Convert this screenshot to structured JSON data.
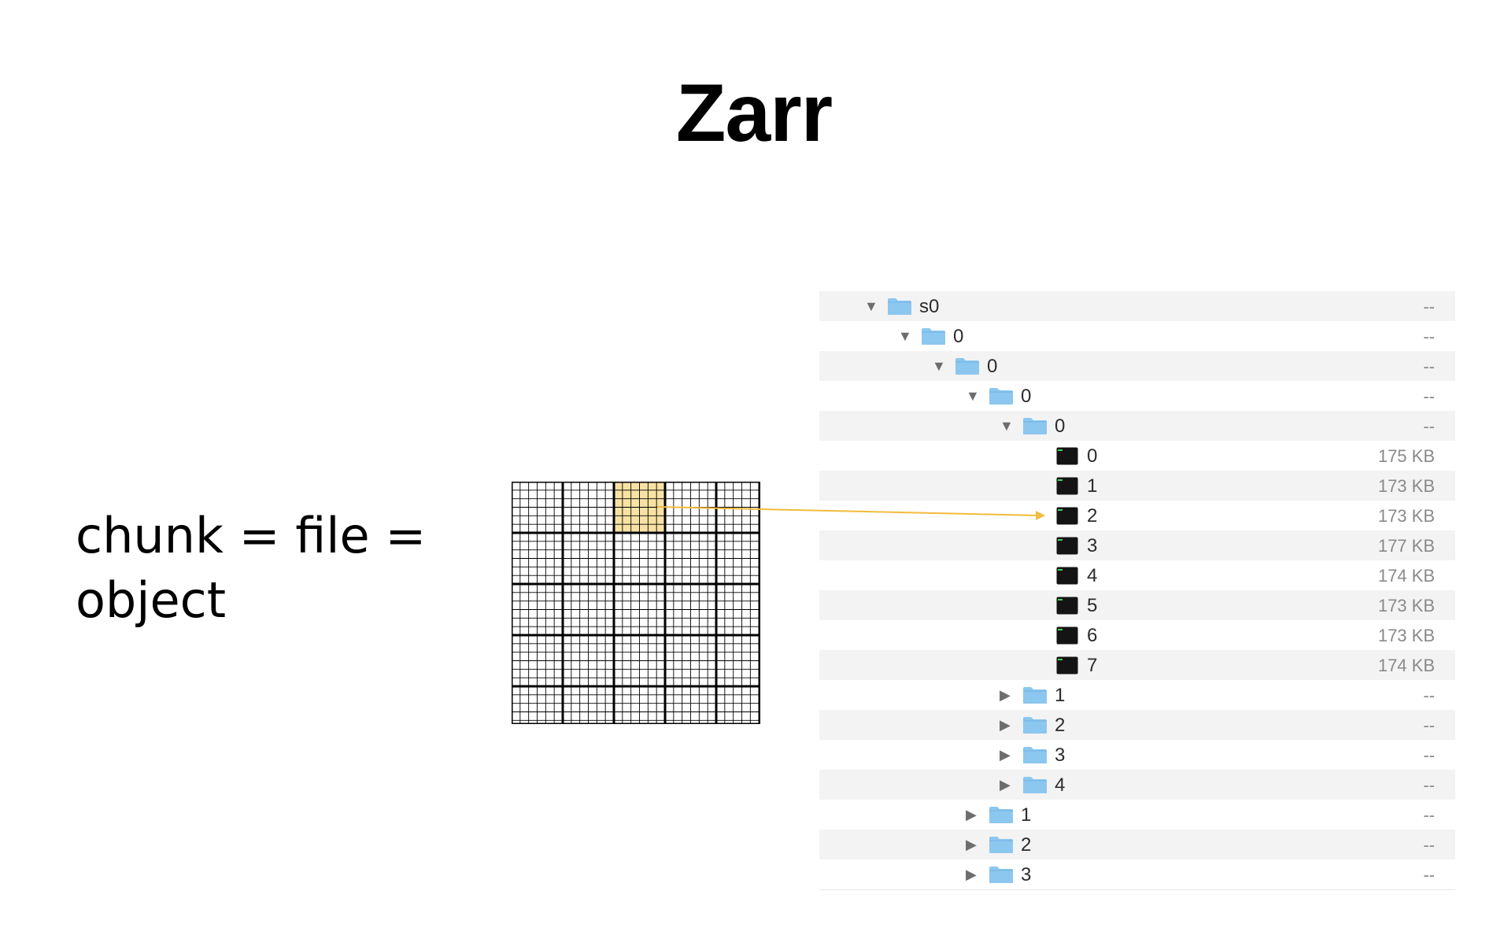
{
  "slide": {
    "title": "Zarr",
    "caption_line1": "chunk = file =",
    "caption_line2": "object"
  },
  "colors": {
    "folder": "#8cc7ef",
    "folder_tab": "#6fb3e6",
    "highlight_cell": "#f7e2a4",
    "connector": "#f2bb3c",
    "exec_icon": "#141414"
  },
  "grid": {
    "coarse_rows": 5,
    "coarse_cols": 5,
    "fine_per_coarse": 6,
    "highlighted_chunk": {
      "row": 0,
      "col": 2
    }
  },
  "tree": {
    "rows": [
      {
        "depth": 0,
        "kind": "folder",
        "expanded": true,
        "name": "s0",
        "size": "--"
      },
      {
        "depth": 1,
        "kind": "folder",
        "expanded": true,
        "name": "0",
        "size": "--"
      },
      {
        "depth": 2,
        "kind": "folder",
        "expanded": true,
        "name": "0",
        "size": "--"
      },
      {
        "depth": 3,
        "kind": "folder",
        "expanded": true,
        "name": "0",
        "size": "--"
      },
      {
        "depth": 4,
        "kind": "folder",
        "expanded": true,
        "name": "0",
        "size": "--"
      },
      {
        "depth": 5,
        "kind": "file",
        "name": "0",
        "size": "175 KB"
      },
      {
        "depth": 5,
        "kind": "file",
        "name": "1",
        "size": "173 KB"
      },
      {
        "depth": 5,
        "kind": "file",
        "name": "2",
        "size": "173 KB",
        "linked": true
      },
      {
        "depth": 5,
        "kind": "file",
        "name": "3",
        "size": "177 KB"
      },
      {
        "depth": 5,
        "kind": "file",
        "name": "4",
        "size": "174 KB"
      },
      {
        "depth": 5,
        "kind": "file",
        "name": "5",
        "size": "173 KB"
      },
      {
        "depth": 5,
        "kind": "file",
        "name": "6",
        "size": "173 KB"
      },
      {
        "depth": 5,
        "kind": "file",
        "name": "7",
        "size": "174 KB"
      },
      {
        "depth": 4,
        "kind": "folder",
        "expanded": false,
        "name": "1",
        "size": "--"
      },
      {
        "depth": 4,
        "kind": "folder",
        "expanded": false,
        "name": "2",
        "size": "--"
      },
      {
        "depth": 4,
        "kind": "folder",
        "expanded": false,
        "name": "3",
        "size": "--"
      },
      {
        "depth": 4,
        "kind": "folder",
        "expanded": false,
        "name": "4",
        "size": "--"
      },
      {
        "depth": 3,
        "kind": "folder",
        "expanded": false,
        "name": "1",
        "size": "--"
      },
      {
        "depth": 3,
        "kind": "folder",
        "expanded": false,
        "name": "2",
        "size": "--"
      },
      {
        "depth": 3,
        "kind": "folder",
        "expanded": false,
        "name": "3",
        "size": "--"
      }
    ]
  }
}
